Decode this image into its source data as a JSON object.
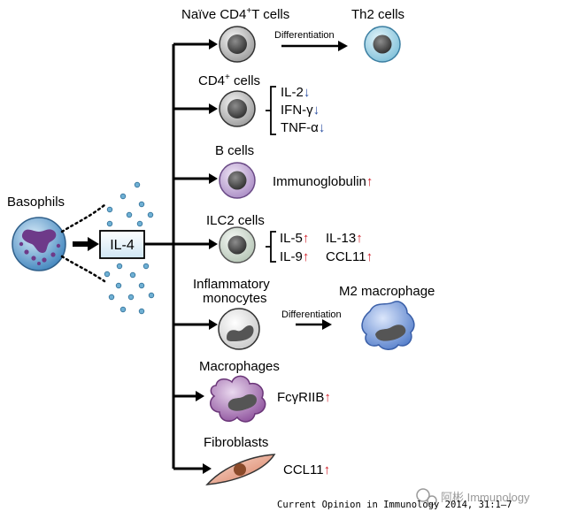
{
  "source": {
    "name": "Basophils",
    "cytokine": "IL-4"
  },
  "targets": {
    "naive_cd4": {
      "label_prefix": "Naïve CD4",
      "label_sup": "+",
      "label_suffix": "T cells",
      "arrow_label": "Differentiation",
      "result": "Th2 cells"
    },
    "cd4": {
      "label_prefix": "CD4",
      "label_sup": "+",
      "label_suffix": " cells",
      "effects": [
        {
          "text": "IL-2",
          "dir": "↓"
        },
        {
          "text": "IFN-γ",
          "dir": "↓"
        },
        {
          "text": "TNF-α",
          "dir": "↓"
        }
      ]
    },
    "b_cells": {
      "label": "B cells",
      "effect": {
        "text": "Immunoglobulin",
        "dir": "↑"
      }
    },
    "ilc2": {
      "label": "ILC2 cells",
      "effects": [
        {
          "text": "IL-5",
          "dir": "↑"
        },
        {
          "text": "IL-13",
          "dir": "↑"
        },
        {
          "text": "IL-9",
          "dir": "↑"
        },
        {
          "text": "CCL11",
          "dir": "↑"
        }
      ]
    },
    "monocytes": {
      "label_line1": "Inflammatory",
      "label_line2": "monocytes",
      "arrow_label": "Differentiation",
      "result": "M2 macrophage"
    },
    "macrophages": {
      "label": "Macrophages",
      "effect": {
        "text": "FcγRIIB",
        "dir": "↑"
      }
    },
    "fibroblasts": {
      "label": "Fibroblasts",
      "effect": {
        "text": "CCL11",
        "dir": "↑"
      }
    }
  },
  "footer": {
    "citation": "Current Opinion in Immunology 2014, 31:1–7",
    "watermark": "阿彬 Immunology"
  },
  "colors": {
    "up_arrow": "#d0202a",
    "down_arrow": "#2a4fa3",
    "basophil": "#4a8fc2",
    "th2": "#9fd3e6",
    "b_cell": "#c9b3dc",
    "ilc2": "#dfe7df",
    "m2_macrophage": "#6d95d8",
    "macrophage": "#9b5ea6",
    "fibroblast": "#e09a80"
  }
}
